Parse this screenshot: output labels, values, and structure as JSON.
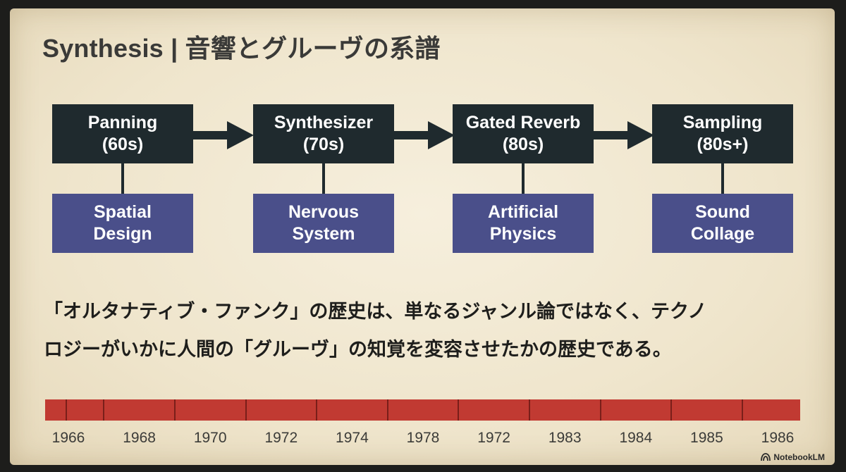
{
  "title": "Synthesis | 音響とグルーヴの系譜",
  "stages": [
    {
      "top_line1": "Panning",
      "top_line2": "(60s)",
      "bottom_line1": "Spatial",
      "bottom_line2": "Design"
    },
    {
      "top_line1": "Synthesizer",
      "top_line2": "(70s)",
      "bottom_line1": "Nervous",
      "bottom_line2": "System"
    },
    {
      "top_line1": "Gated Reverb",
      "top_line2": "(80s)",
      "bottom_line1": "Artificial",
      "bottom_line2": "Physics"
    },
    {
      "top_line1": "Sampling",
      "top_line2": "(80s+)",
      "bottom_line1": "Sound",
      "bottom_line2": "Collage"
    }
  ],
  "quote_line1": "「オルタナティブ・ファンク」の歴史は、単なるジャンル論ではなく、テクノ",
  "quote_line2": "ロジーがいかに人間の「グルーヴ」の知覚を変容させたかの歴史である。",
  "timeline_years": [
    "1966",
    "1968",
    "1970",
    "1972",
    "1974",
    "1978",
    "1972",
    "1983",
    "1984",
    "1985",
    "1986"
  ],
  "brand": "NotebookLM",
  "colors": {
    "background": "#f1e8d2",
    "top_box": "#1f2a2e",
    "bottom_box": "#4a4f8a",
    "timeline_bar": "#c13a32"
  }
}
